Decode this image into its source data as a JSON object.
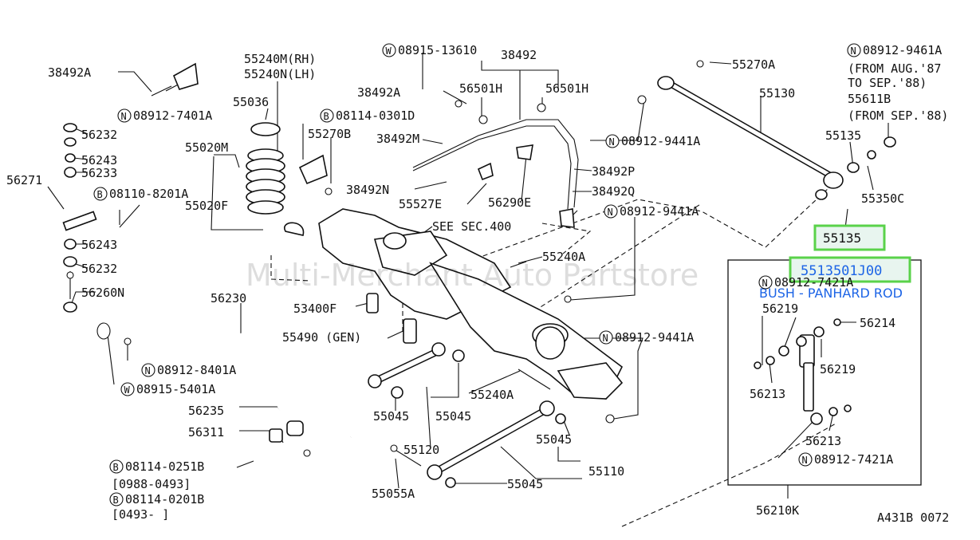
{
  "watermark": "Multi-Merchant Auto Partstore",
  "ref": "A431B 0072",
  "see_sec": "SEE SEC.400",
  "highlight": {
    "part": "55135",
    "oem": "5513501J00",
    "description": "BUSH - PANHARD ROD"
  },
  "labels": [
    {
      "id": "l1",
      "text": "38492A"
    },
    {
      "id": "l2",
      "text": "08912-7401A",
      "prefix": "N"
    },
    {
      "id": "l3",
      "text": "56232"
    },
    {
      "id": "l4",
      "text": "56243"
    },
    {
      "id": "l5",
      "text": "56233"
    },
    {
      "id": "l6",
      "text": "56271"
    },
    {
      "id": "l7",
      "text": "08110-8201A",
      "prefix": "B"
    },
    {
      "id": "l8",
      "text": "56243"
    },
    {
      "id": "l9",
      "text": "56232"
    },
    {
      "id": "l10",
      "text": "56260N"
    },
    {
      "id": "l11",
      "text": "55240M(RH)"
    },
    {
      "id": "l12",
      "text": "55240N(LH)"
    },
    {
      "id": "l13",
      "text": "55036"
    },
    {
      "id": "l14",
      "text": "08114-0301D",
      "prefix": "B"
    },
    {
      "id": "l15",
      "text": "55270B"
    },
    {
      "id": "l16",
      "text": "55020M"
    },
    {
      "id": "l17",
      "text": "55020F"
    },
    {
      "id": "l18",
      "text": "08915-13610",
      "prefix": "W"
    },
    {
      "id": "l19",
      "text": "38492"
    },
    {
      "id": "l20",
      "text": "38492A"
    },
    {
      "id": "l21",
      "text": "56501H"
    },
    {
      "id": "l22",
      "text": "56501H"
    },
    {
      "id": "l23",
      "text": "38492M"
    },
    {
      "id": "l24",
      "text": "38492N"
    },
    {
      "id": "l25",
      "text": "55527E"
    },
    {
      "id": "l26",
      "text": "56290E"
    },
    {
      "id": "l27",
      "text": "38492P"
    },
    {
      "id": "l28",
      "text": "38492Q"
    },
    {
      "id": "l29",
      "text": "08912-9441A",
      "prefix": "N"
    },
    {
      "id": "l30",
      "text": "55270A"
    },
    {
      "id": "l31",
      "text": "55130"
    },
    {
      "id": "l32",
      "text": "08912-9441A",
      "prefix": "N"
    },
    {
      "id": "l33",
      "text": "08912-9461A",
      "prefix": "N"
    },
    {
      "id": "l34",
      "text": "(FROM AUG.'87"
    },
    {
      "id": "l35",
      "text": "TO SEP.'88)"
    },
    {
      "id": "l36",
      "text": "55611B"
    },
    {
      "id": "l37",
      "text": "(FROM SEP.'88)"
    },
    {
      "id": "l38",
      "text": "55135"
    },
    {
      "id": "l39",
      "text": "55350C"
    },
    {
      "id": "l40",
      "text": "55240A"
    },
    {
      "id": "l41",
      "text": "56230"
    },
    {
      "id": "l42",
      "text": "53400F"
    },
    {
      "id": "l43",
      "text": "55490 (GEN)"
    },
    {
      "id": "l44",
      "text": "08912-8401A",
      "prefix": "N"
    },
    {
      "id": "l45",
      "text": "08915-5401A",
      "prefix": "W"
    },
    {
      "id": "l46",
      "text": "56235"
    },
    {
      "id": "l47",
      "text": "56311"
    },
    {
      "id": "l48",
      "text": "08114-0251B",
      "prefix": "B"
    },
    {
      "id": "l49",
      "text": "[0988-0493]"
    },
    {
      "id": "l50",
      "text": "08114-0201B",
      "prefix": "B"
    },
    {
      "id": "l51",
      "text": "[0493-     ]"
    },
    {
      "id": "l52",
      "text": "55045"
    },
    {
      "id": "l53",
      "text": "55045"
    },
    {
      "id": "l54",
      "text": "55120"
    },
    {
      "id": "l55",
      "text": "55240A"
    },
    {
      "id": "l56",
      "text": "55045"
    },
    {
      "id": "l57",
      "text": "55110"
    },
    {
      "id": "l58",
      "text": "55045"
    },
    {
      "id": "l59",
      "text": "55055A"
    },
    {
      "id": "l60",
      "text": "08912-9441A",
      "prefix": "N"
    },
    {
      "id": "l61",
      "text": "08912-7421A",
      "prefix": "N"
    },
    {
      "id": "l62",
      "text": "56219"
    },
    {
      "id": "l63",
      "text": "56214"
    },
    {
      "id": "l64",
      "text": "56219"
    },
    {
      "id": "l65",
      "text": "56213"
    },
    {
      "id": "l66",
      "text": "56213"
    },
    {
      "id": "l67",
      "text": "08912-7421A",
      "prefix": "N"
    },
    {
      "id": "l68",
      "text": "56210K"
    }
  ]
}
